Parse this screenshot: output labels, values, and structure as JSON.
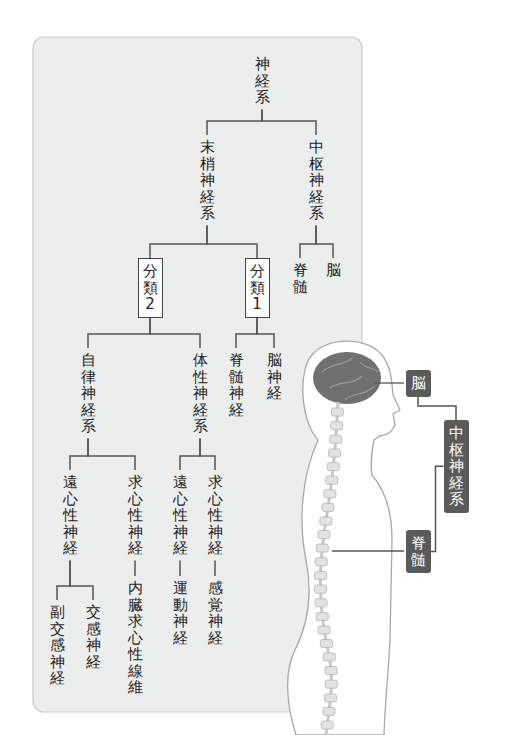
{
  "diagram": {
    "nodes": [
      {
        "text": [
          "神経系"
        ]
      },
      {
        "text": [
          "末梢神経系"
        ]
      },
      {
        "text": [
          "中枢神経系"
        ]
      },
      {
        "text": [
          "脊髄"
        ]
      },
      {
        "text": [
          "脳"
        ]
      },
      {
        "text": [
          "分類2"
        ]
      },
      {
        "text": [
          "分類1"
        ]
      },
      {
        "text": [
          "自律神経系"
        ]
      },
      {
        "text": [
          "体性神経系"
        ]
      },
      {
        "text": [
          "脊髄神経"
        ]
      },
      {
        "text": [
          "脳神経"
        ]
      },
      {
        "text": [
          "遠心性神経"
        ]
      },
      {
        "text": [
          "求心性神経"
        ]
      },
      {
        "text": [
          "内臓求心性線維"
        ]
      },
      {
        "text": [
          "遠心性神経"
        ]
      },
      {
        "text": [
          "運動神経"
        ]
      },
      {
        "text": [
          "求心性神経"
        ]
      },
      {
        "text": [
          "感覚神経"
        ]
      },
      {
        "text": [
          "副交感神経"
        ]
      },
      {
        "text": [
          "交感神経"
        ]
      },
      {
        "text": [
          "脳"
        ]
      },
      {
        "text": [
          "脊髄"
        ]
      },
      {
        "text": [
          "中枢神経系"
        ]
      }
    ],
    "edges": [
      {
        "from": 0,
        "to": 1,
        "arrow": "none"
      },
      {
        "from": 0,
        "to": 2,
        "arrow": "none"
      },
      {
        "from": 2,
        "to": 3,
        "arrow": "none"
      },
      {
        "from": 2,
        "to": 4,
        "arrow": "none"
      },
      {
        "from": 1,
        "to": 5,
        "arrow": "none"
      },
      {
        "from": 1,
        "to": 6,
        "arrow": "none"
      },
      {
        "from": 6,
        "to": 9,
        "arrow": "none"
      },
      {
        "from": 6,
        "to": 10,
        "arrow": "none"
      },
      {
        "from": 5,
        "to": 7,
        "arrow": "none"
      },
      {
        "from": 5,
        "to": 8,
        "arrow": "none"
      },
      {
        "from": 7,
        "to": 11,
        "arrow": "none"
      },
      {
        "from": 7,
        "to": 12,
        "arrow": "none"
      },
      {
        "from": 12,
        "to": 13,
        "arrow": "none"
      },
      {
        "from": 8,
        "to": 14,
        "arrow": "none"
      },
      {
        "from": 14,
        "to": 15,
        "arrow": "none"
      },
      {
        "from": 8,
        "to": 16,
        "arrow": "none"
      },
      {
        "from": 16,
        "to": 17,
        "arrow": "none"
      },
      {
        "from": 11,
        "to": 18,
        "arrow": "none"
      },
      {
        "from": 11,
        "to": 19,
        "arrow": "none"
      },
      {
        "from": 20,
        "to": 22,
        "arrow": "none"
      },
      {
        "from": 21,
        "to": 22,
        "arrow": "none"
      }
    ]
  }
}
